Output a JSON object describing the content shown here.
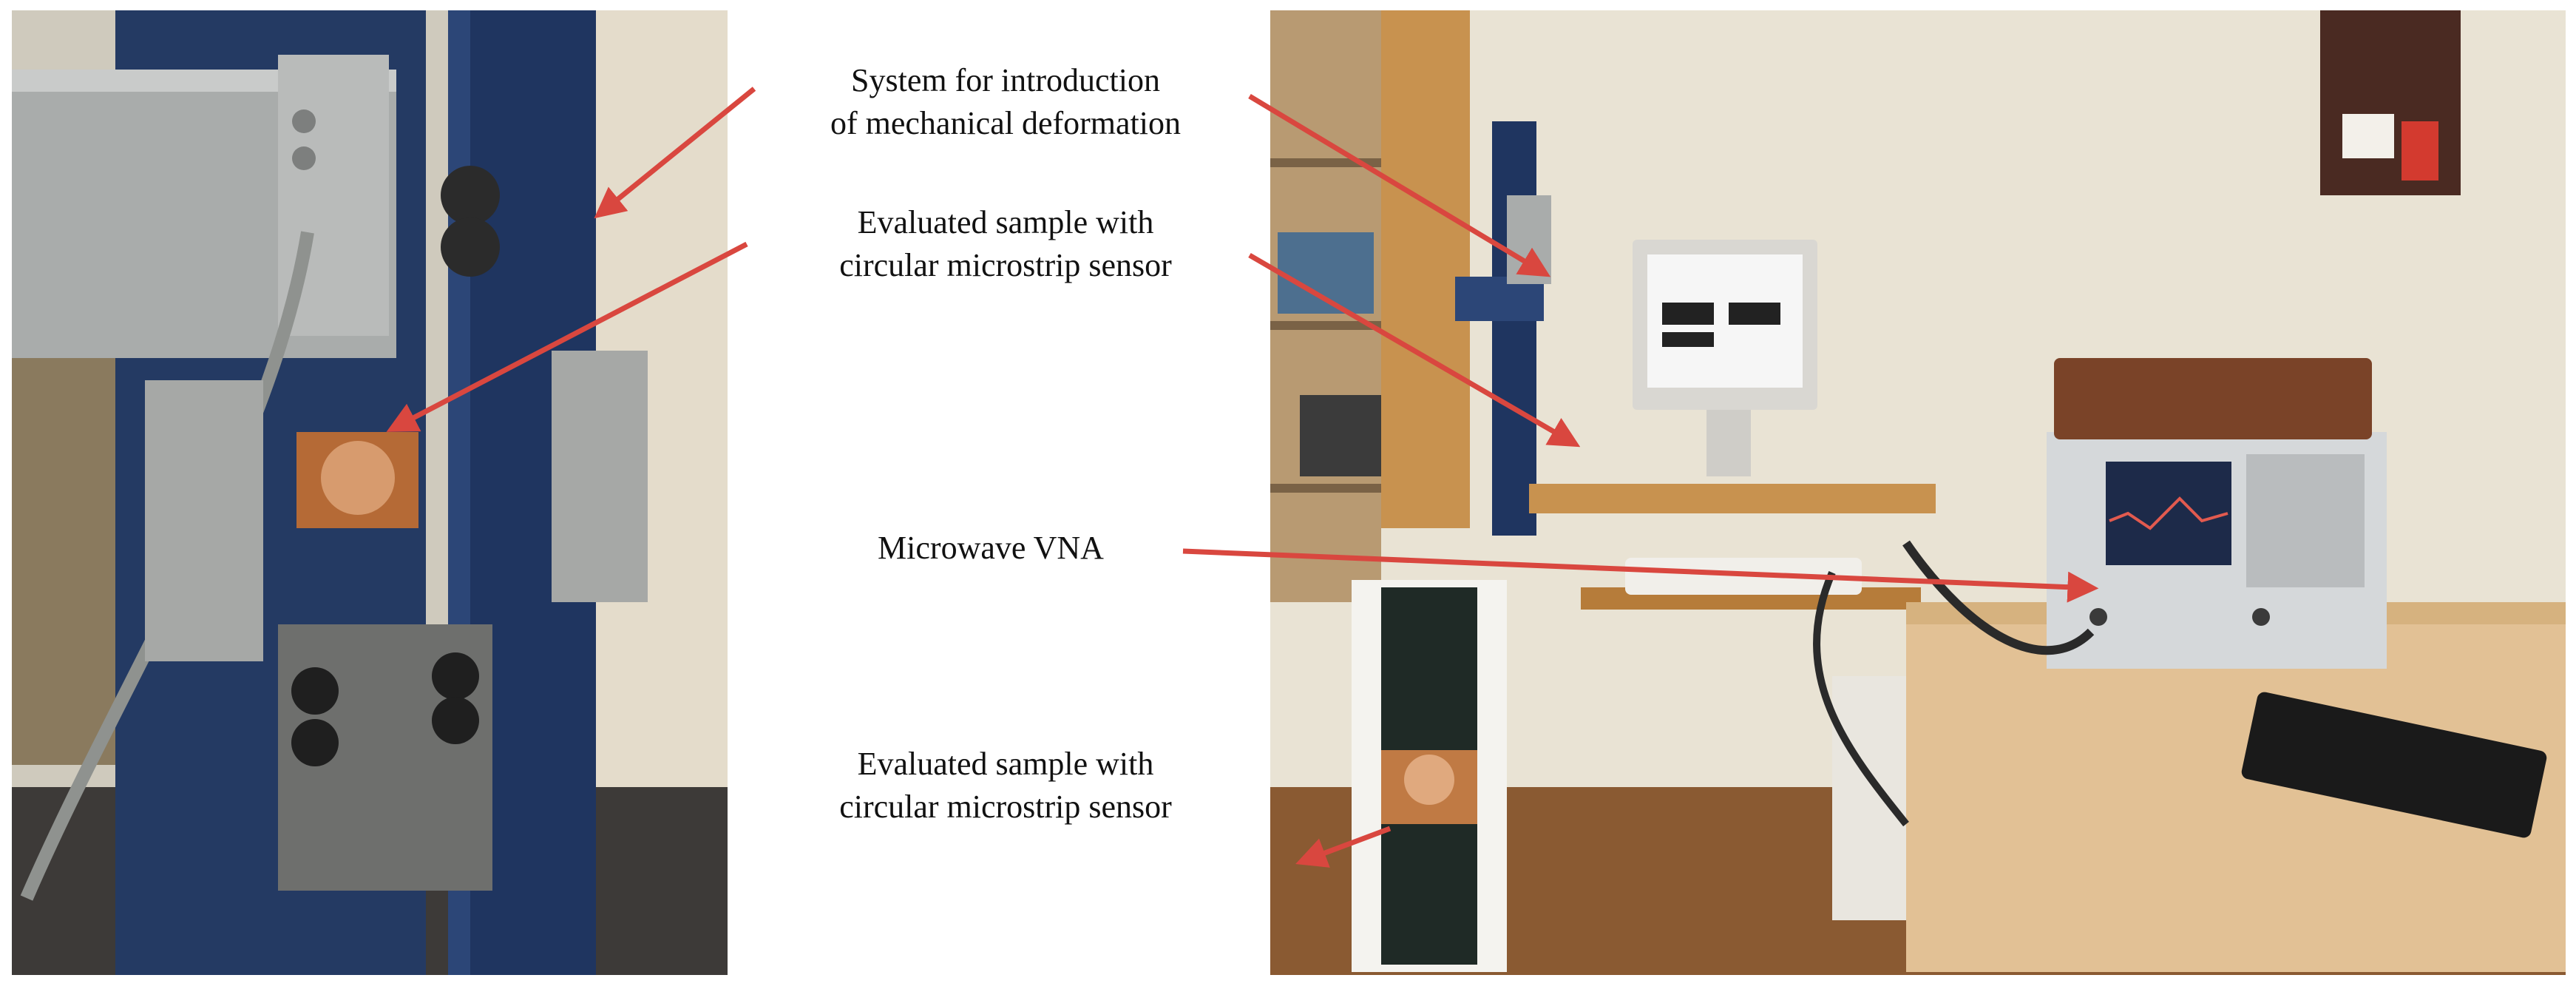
{
  "labels": {
    "deformation_system": {
      "line1": "System for introduction",
      "line2": "of mechanical deformation"
    },
    "evaluated_sample_top": {
      "line1": "Evaluated sample with",
      "line2": "circular microstrip sensor"
    },
    "microwave_vna": "Microwave VNA",
    "evaluated_sample_bottom": {
      "line1": "Evaluated sample with",
      "line2": "circular microstrip sensor"
    }
  },
  "colors": {
    "arrow": "#d9473f",
    "machine_blue": "#1f3560",
    "aluminum": "#a9acab",
    "wall": "#e9e3d4",
    "wood": "#c8924f",
    "sensor_copper": "#c98d5a"
  }
}
